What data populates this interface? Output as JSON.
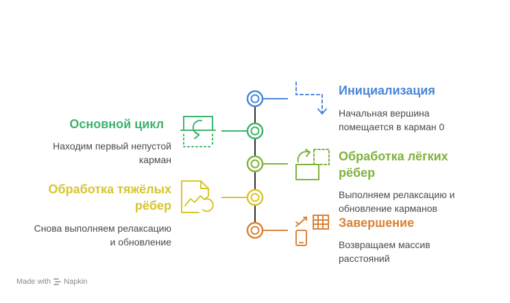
{
  "colors": {
    "blue": "#4A86D8",
    "green": "#3DB36B",
    "olive": "#7FB23B",
    "yellow": "#D8C52B",
    "orange": "#DA8135",
    "spine": "#2c2c2c",
    "footer": "#8a8a8a"
  },
  "steps": [
    {
      "title": "Инициализация",
      "description": "Начальная вершина\nпомещается в карман 0",
      "side": "right",
      "color": "blue",
      "icon": "dashed-arrow-icon"
    },
    {
      "title": "Основной цикл",
      "description": "Находим первый непустой\nкарман",
      "side": "left",
      "color": "green",
      "icon": "loop-box-icon"
    },
    {
      "title": "Обработка лёгких\nрёбер",
      "description": "Выполняем релаксацию и\nобновление карманов",
      "side": "right",
      "color": "olive",
      "icon": "resize-boxes-icon"
    },
    {
      "title": "Обработка тяжёлых\nрёбер",
      "description": "Снова выполняем релаксацию\nи обновление",
      "side": "left",
      "color": "yellow",
      "icon": "chart-refresh-icon"
    },
    {
      "title": "Завершение",
      "description": "Возвращаем массив\nрасстояний",
      "side": "right",
      "color": "orange",
      "icon": "table-phone-icon"
    }
  ],
  "footer": {
    "made_with": "Made with",
    "brand": "Napkin",
    "brand_icon": "napkin-logo-icon"
  }
}
